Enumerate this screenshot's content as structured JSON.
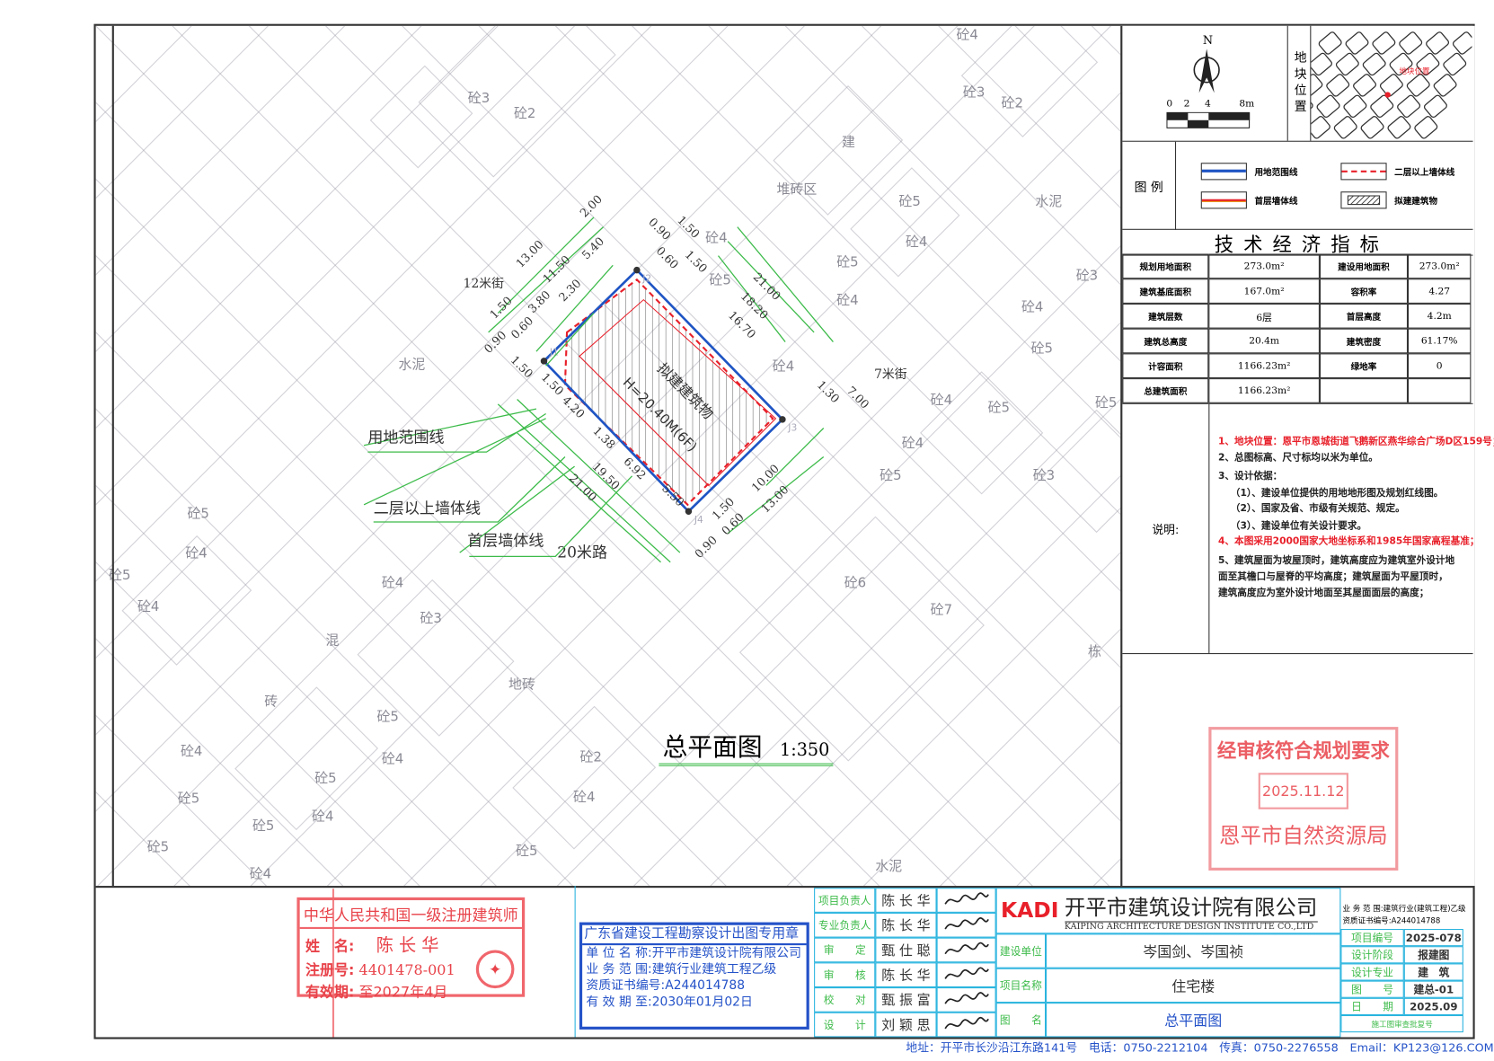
{
  "drawing": {
    "title": "总平面图",
    "scale": "1:350",
    "building_label": "拟建建筑物",
    "building_height": "H=20.40M(6F)",
    "annotations": {
      "street_12m": "12米街",
      "road_20m": "20米路",
      "street_7m": "7米街",
      "site_boundary": "用地范围线",
      "upper_wall": "二层以上墙体线",
      "ground_wall": "首层墙体线"
    },
    "points": [
      "J1",
      "J2",
      "J3",
      "J4"
    ],
    "map_labels": [
      "砼3",
      "砼2",
      "砼4",
      "砼3",
      "砼2",
      "建",
      "堆砖区",
      "砼5",
      "水泥",
      "砼4",
      "砼4",
      "砼5",
      "砼4",
      "砼5",
      "砼3",
      "砼4",
      "砼5",
      "水泥",
      "砼4",
      "砼4",
      "砼5",
      "砼5",
      "砼4",
      "砼5",
      "砼3",
      "砼5",
      "砼4",
      "砼5",
      "砼4",
      "砼4",
      "砼3",
      "砼6",
      "砼7",
      "混",
      "砖",
      "地砖",
      "砼5",
      "砼4",
      "砼4",
      "砼2",
      "砼5",
      "砼5",
      "砼4",
      "砼4",
      "砼5",
      "砼5",
      "砼5",
      "砼4",
      "水泥",
      "栋"
    ],
    "dimensions": [
      "2.00",
      "13.00",
      "11.50",
      "5.40",
      "2.30",
      "3.80",
      "1.50",
      "0.60",
      "0.90",
      "0.90",
      "1.50",
      "0.60",
      "1.50",
      "21.00",
      "18.20",
      "16.70",
      "1.30",
      "7.00",
      "1.50",
      "1.50",
      "4.20",
      "1.38",
      "6.92",
      "19.50",
      "21.00",
      "5.50",
      "10.00",
      "13.00",
      "1.50",
      "0.60",
      "0.90"
    ]
  },
  "north_arrow": {
    "label": "N"
  },
  "scale_bar": {
    "ticks": [
      "0",
      "2",
      "4",
      "8m"
    ]
  },
  "location": {
    "label": "地块位置",
    "marker": "地块位置"
  },
  "legend": {
    "title": "图 例",
    "items": [
      {
        "label": "用地范围线",
        "color": "#1f55c4"
      },
      {
        "label": "二层以上墙体线",
        "color": "#e8202a"
      },
      {
        "label": "首层墙体线",
        "color": "#e8202a"
      },
      {
        "label": "拟建建筑物",
        "color": "#333333"
      }
    ]
  },
  "indicators": {
    "title": "技 术 经 济 指 标",
    "rows": [
      [
        "规划用地面积",
        "273.0m²",
        "建设用地面积",
        "273.0m²"
      ],
      [
        "建筑基底面积",
        "167.0m²",
        "容积率",
        "4.27"
      ],
      [
        "建筑层数",
        "6层",
        "首层高度",
        "4.2m"
      ],
      [
        "建筑总高度",
        "20.4m",
        "建筑密度",
        "61.17%"
      ],
      [
        "计容面积",
        "1166.23m²",
        "绿地率",
        "0"
      ],
      [
        "总建筑面积",
        "1166.23m²",
        "",
        ""
      ]
    ]
  },
  "notes": {
    "label": "说明:",
    "lines": [
      {
        "text": "1、地块位置：恩平市恩城街道飞鹅新区燕华综合广场D区159号；",
        "red": true
      },
      {
        "text": "2、总图标高、尺寸标均以米为单位。",
        "red": false
      },
      {
        "text": "3、设计依据：",
        "red": false
      },
      {
        "text": "（1）、建设单位提供的用地地形图及规划红线图。",
        "red": false
      },
      {
        "text": "（2）、国家及省、市级有关规范、规定。",
        "red": false
      },
      {
        "text": "（3）、建设单位有关设计要求。",
        "red": false
      },
      {
        "text": "4、本图采用2000国家大地坐标系和1985年国家高程基准；",
        "red": true
      },
      {
        "text": "5、建筑屋面为坡屋顶时，建筑高度应为建筑室外设计地",
        "red": false
      },
      {
        "text": "面至其檐口与屋脊的平均高度；建筑屋面为平屋顶时，",
        "red": false
      },
      {
        "text": "建筑高度应为室外设计地面至其屋面面层的高度；",
        "red": false
      }
    ]
  },
  "approval_stamp": {
    "line1": "经审核符合规划要求",
    "date": "2025.11.12",
    "authority": "恩平市自然资源局",
    "color": "#e8434a"
  },
  "architect_stamp": {
    "title": "中华人民共和国一级注册建筑师",
    "name_label": "姓　名:",
    "name": "陈 长 华",
    "reg_label": "注册号:",
    "reg": "4401478-001",
    "valid_label": "有效期:",
    "valid": "至2027年4月"
  },
  "design_stamp": {
    "title": "广东省建设工程勘察设计出图专用章",
    "unit": "单 位 名 称:开平市建筑设计院有限公司",
    "scope": "业 务 范 围:建筑行业建筑工程乙级",
    "cert": "资质证书编号:A244014788",
    "valid": "有 效 期 至:2030年01月02日"
  },
  "signatures": [
    {
      "role": "项目负责人",
      "name": "陈 长 华"
    },
    {
      "role": "专业负责人",
      "name": "陈 长 华"
    },
    {
      "role": "审　　定",
      "name": "甄 仕 聪"
    },
    {
      "role": "审　　核",
      "name": "陈 长 华"
    },
    {
      "role": "校　　对",
      "name": "甄 振 富"
    },
    {
      "role": "设　　计",
      "name": "刘 颖 思"
    }
  ],
  "company": {
    "logo": "KADI",
    "name_cn": "开平市建筑设计院有限公司",
    "name_en": "KAIPING ARCHITECTURE DESIGN INSTITUTE CO.,LTD",
    "scope": "业 务 范 围:建筑行业(建筑工程)乙级",
    "cert": "资质证书编号:A244014788"
  },
  "project": {
    "client_label": "建设单位",
    "client": "岑国剑、岑国祯",
    "name_label": "项目名称",
    "name": "住宅楼",
    "drawing_label": "图　　名",
    "drawing": "总平面图"
  },
  "meta": [
    {
      "label": "项目编号",
      "value": "2025-078"
    },
    {
      "label": "设计阶段",
      "value": "报建图"
    },
    {
      "label": "设计专业",
      "value": "建　筑"
    },
    {
      "label": "图　　号",
      "value": "建总-01"
    },
    {
      "label": "日　　期",
      "value": "2025.09"
    },
    {
      "label": "施工图审查批复号",
      "value": ""
    }
  ],
  "footer": "地址：开平市长沙沿江东路141号　电话：0750-2212104　传真：0750-2276558　Email：KP123@126.COM"
}
